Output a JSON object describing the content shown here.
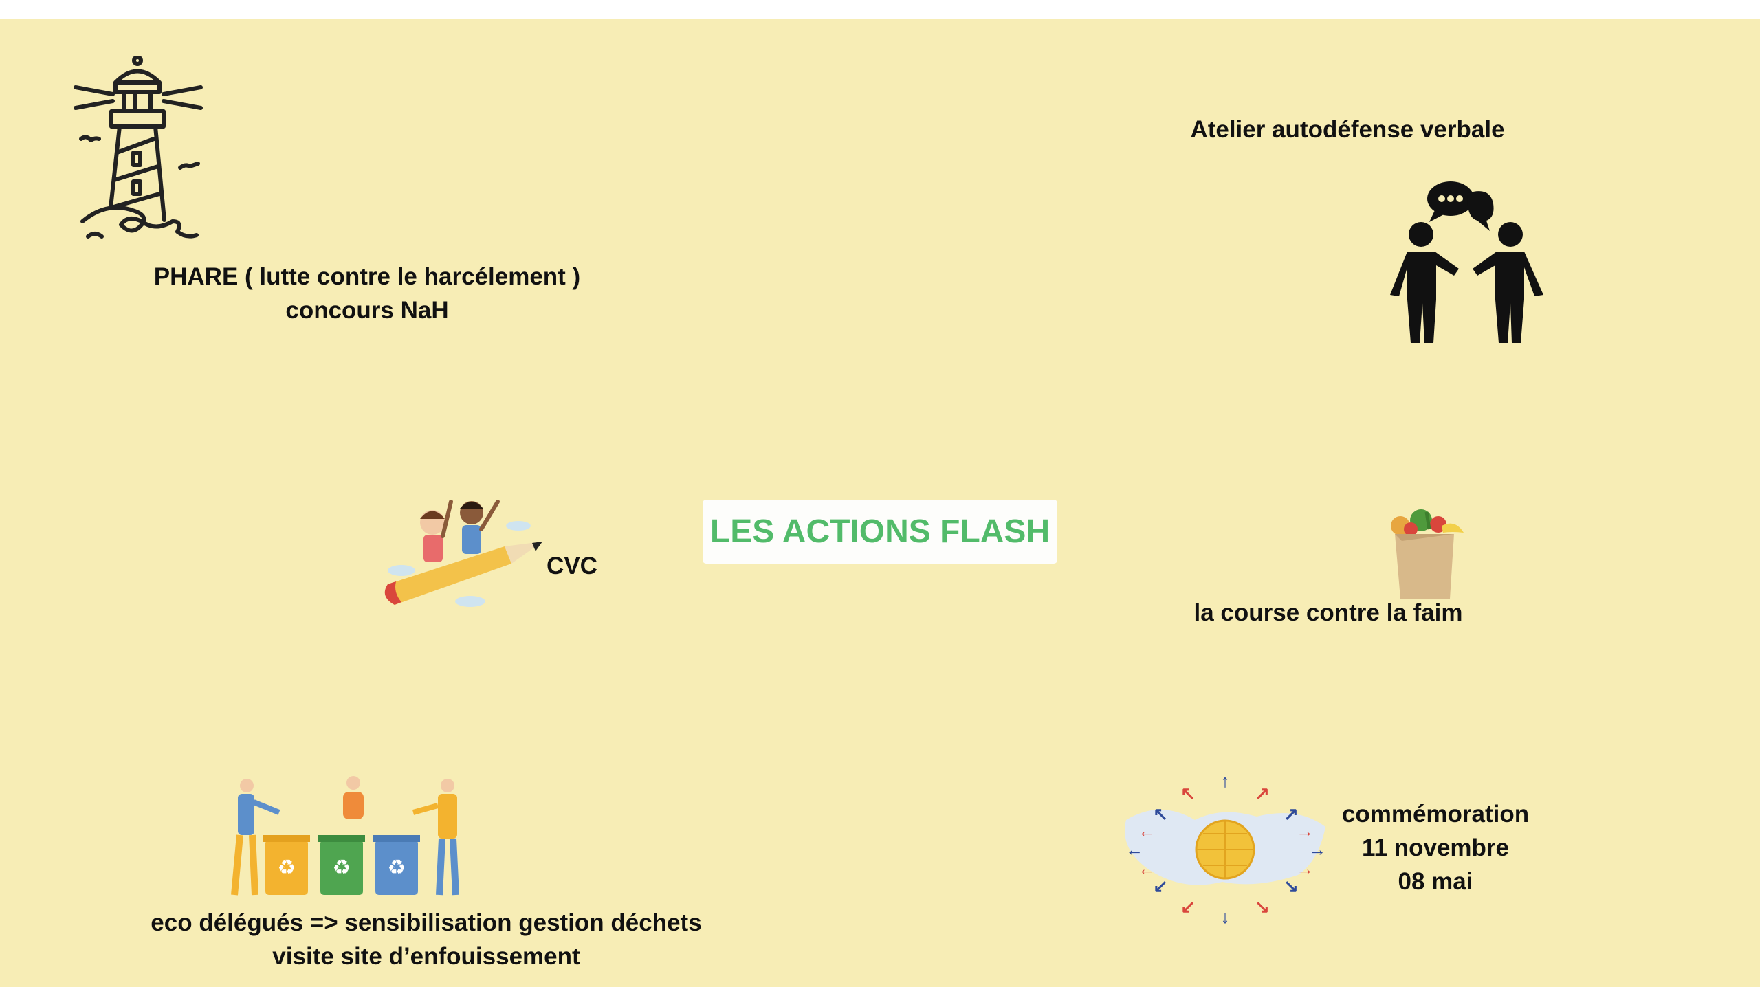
{
  "title": "LES ACTIONS FLASH",
  "colors": {
    "background": "#F7EDB5",
    "title_text": "#52BB6A",
    "title_box": "#FDFDFB"
  },
  "actions": {
    "phare": {
      "lines": [
        "PHARE ( lutte contre le harcélement )",
        "concours NaH"
      ],
      "icon": "lighthouse-icon"
    },
    "atelier": {
      "lines": [
        "Atelier autodéfense verbale"
      ],
      "icon": "two-people-talking-icon"
    },
    "cvc": {
      "lines": [
        "CVC"
      ],
      "icon": "kids-on-pencil-illustration"
    },
    "course": {
      "lines": [
        "la course contre la faim"
      ],
      "icon": "grocery-bag-illustration"
    },
    "eco": {
      "lines": [
        "eco délégués => sensibilisation gestion déchets",
        "visite site d’enfouissement"
      ],
      "icon": "recycling-bins-illustration"
    },
    "commemoration": {
      "lines": [
        "commémoration",
        "11 novembre",
        "08 mai"
      ],
      "icon": "globe-people-illustration"
    }
  }
}
